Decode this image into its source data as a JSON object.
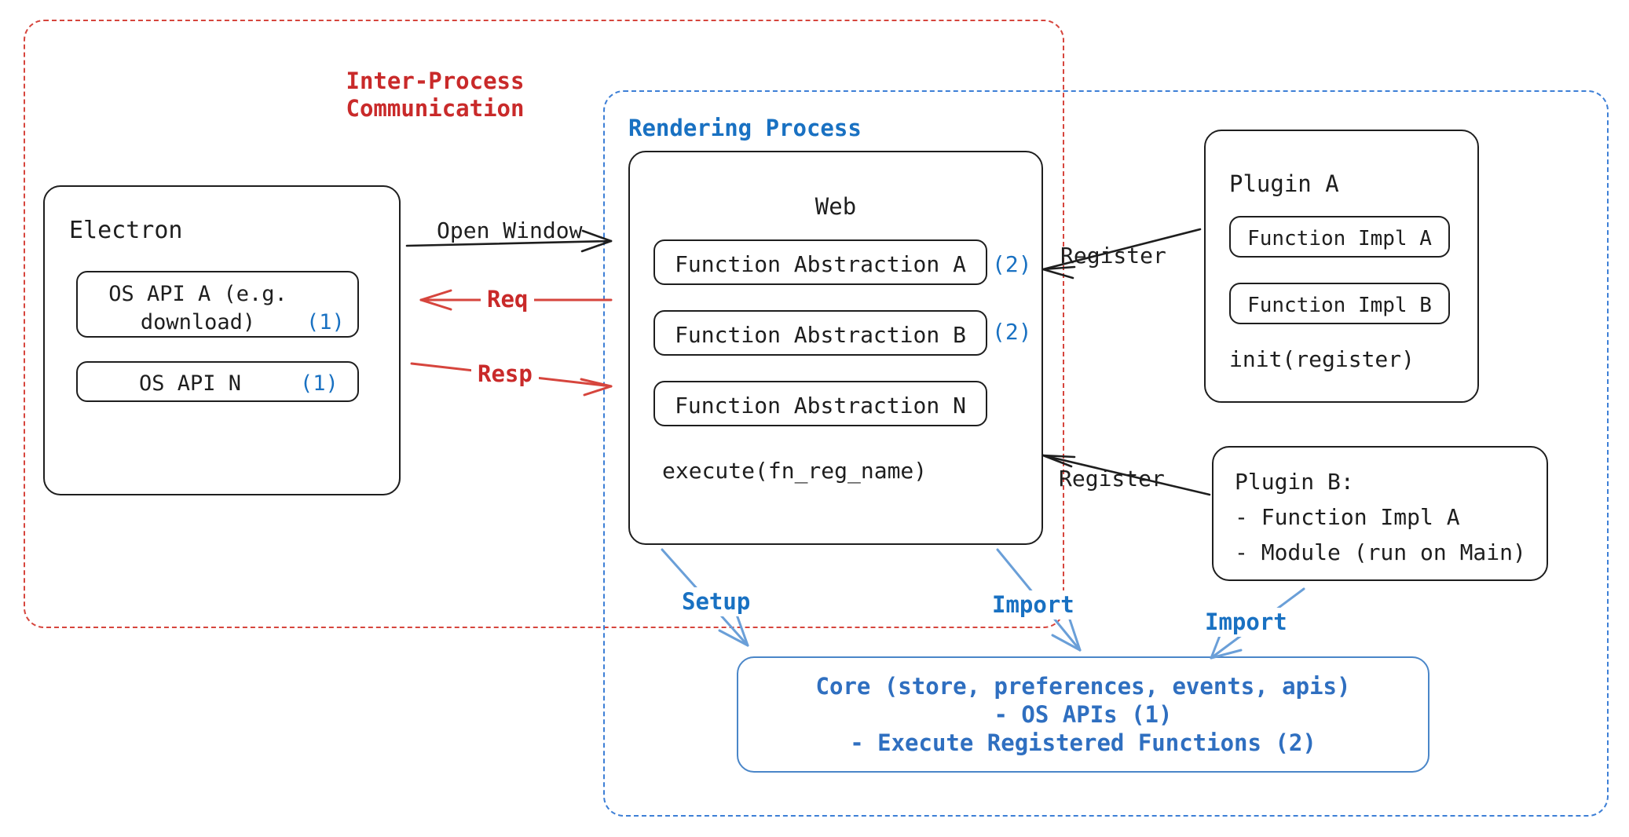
{
  "diagram": {
    "title": "Electron plugin architecture",
    "colors": {
      "ipc_red": "#c92a2a",
      "render_blue": "#1971c2",
      "core_blue": "#2f6fc0",
      "arrow_blue": "#6a9fd8",
      "ink": "#1e1e1e"
    }
  },
  "regions": {
    "ipc": {
      "label_line1": "Inter-Process",
      "label_line2": "Communication"
    },
    "rendering": {
      "label": "Rendering Process"
    }
  },
  "electron": {
    "title": "Electron",
    "apis": [
      {
        "line1": "OS API A (e.g.",
        "line2": "download)",
        "marker": "(1)"
      },
      {
        "line1": "OS API N",
        "line2": "",
        "marker": "(1)"
      }
    ]
  },
  "web": {
    "title": "Web",
    "abstractions": [
      {
        "label": "Function Abstraction A",
        "marker": "(2)"
      },
      {
        "label": "Function Abstraction B",
        "marker": "(2)"
      },
      {
        "label": "Function Abstraction N",
        "marker": ""
      }
    ],
    "footer": "execute(fn_reg_name)"
  },
  "plugin_a": {
    "title": "Plugin A",
    "impls": [
      "Function Impl A",
      "Function Impl B"
    ],
    "footer": "init(register)"
  },
  "plugin_b": {
    "title": "Plugin B:",
    "items": [
      "- Function Impl A",
      "- Module (run on Main)"
    ]
  },
  "core": {
    "line1": "Core (store, preferences, events, apis)",
    "line2": "- OS APIs (1)",
    "line3": "- Execute Registered Functions (2)"
  },
  "arrows": {
    "open_window": "Open Window",
    "req": "Req",
    "resp": "Resp",
    "register_top": "Register",
    "register_bottom": "Register",
    "setup": "Setup",
    "import_web": "Import",
    "import_plugin_b": "Import"
  }
}
